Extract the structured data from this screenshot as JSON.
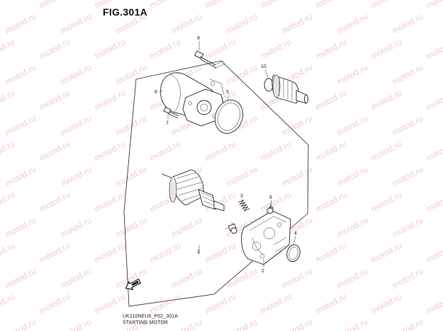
{
  "figure": {
    "title": "FIG.301A",
    "code_caption": "UK110NEU6_P02_301A",
    "name_caption": "STARTING MOTOR"
  },
  "watermark": {
    "text": "motod.ru"
  },
  "callouts": [
    {
      "id": "1",
      "label": "1"
    },
    {
      "id": "2",
      "label": "2"
    },
    {
      "id": "3",
      "label": "3"
    },
    {
      "id": "4",
      "label": "4"
    },
    {
      "id": "5",
      "label": "5"
    },
    {
      "id": "6",
      "label": "6"
    },
    {
      "id": "7",
      "label": "7"
    },
    {
      "id": "8",
      "label": "8"
    },
    {
      "id": "9",
      "label": "9"
    },
    {
      "id": "10",
      "label": "10"
    }
  ],
  "icons": {
    "front_arrow": "front-direction-arrow-icon"
  }
}
